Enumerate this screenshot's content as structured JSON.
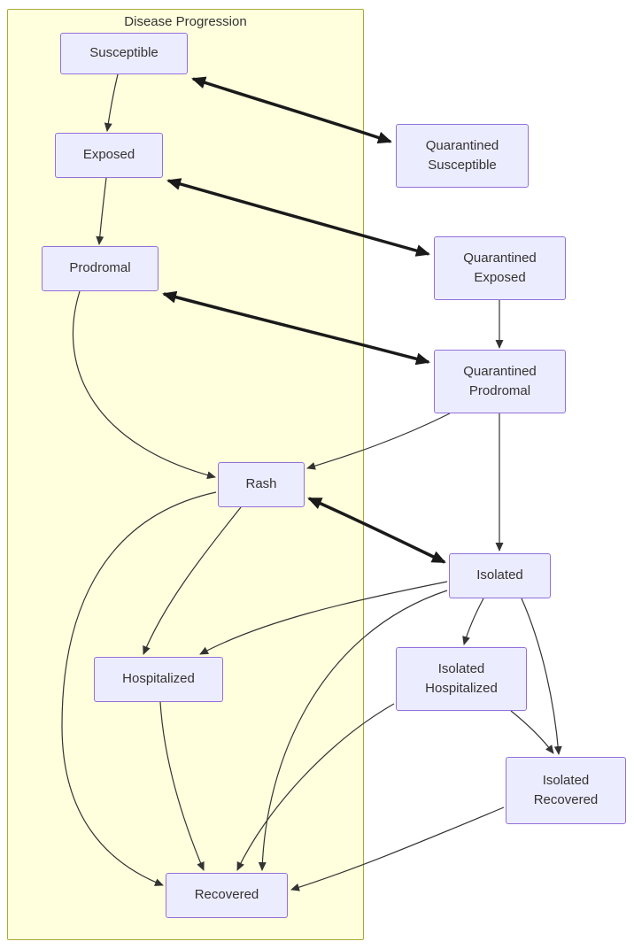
{
  "diagram": {
    "type": "flowchart",
    "title": "Disease Progression",
    "colors": {
      "cluster_fill": "#ffffde",
      "cluster_border": "#aaaa33",
      "node_fill": "#ececff",
      "node_border": "#9370db",
      "edge_color": "#333333",
      "thick_edge_color": "#1a1a1a",
      "text_color": "#333333"
    },
    "nodes": [
      {
        "id": "susceptible",
        "label": "Susceptible",
        "group": "Disease Progression"
      },
      {
        "id": "exposed",
        "label": "Exposed",
        "group": "Disease Progression"
      },
      {
        "id": "prodromal",
        "label": "Prodromal",
        "group": "Disease Progression"
      },
      {
        "id": "rash",
        "label": "Rash",
        "group": "Disease Progression"
      },
      {
        "id": "hospitalized",
        "label": "Hospitalized",
        "group": "Disease Progression"
      },
      {
        "id": "recovered",
        "label": "Recovered",
        "group": "Disease Progression"
      },
      {
        "id": "quarantined_susceptible",
        "label": "Quarantined Susceptible",
        "group": ""
      },
      {
        "id": "quarantined_exposed",
        "label": "Quarantined Exposed",
        "group": ""
      },
      {
        "id": "quarantined_prodromal",
        "label": "Quarantined Prodromal",
        "group": ""
      },
      {
        "id": "isolated",
        "label": "Isolated",
        "group": ""
      },
      {
        "id": "isolated_hospitalized",
        "label": "Isolated Hospitalized",
        "group": ""
      },
      {
        "id": "isolated_recovered",
        "label": "Isolated Recovered",
        "group": ""
      }
    ],
    "edges": [
      {
        "from": "Susceptible",
        "to": "Exposed",
        "style": "normal",
        "bidirectional": false
      },
      {
        "from": "Susceptible",
        "to": "Quarantined Susceptible",
        "style": "thick",
        "bidirectional": true
      },
      {
        "from": "Exposed",
        "to": "Prodromal",
        "style": "normal",
        "bidirectional": false
      },
      {
        "from": "Exposed",
        "to": "Quarantined Exposed",
        "style": "thick",
        "bidirectional": true
      },
      {
        "from": "Quarantined Exposed",
        "to": "Quarantined Prodromal",
        "style": "normal",
        "bidirectional": false
      },
      {
        "from": "Prodromal",
        "to": "Quarantined Prodromal",
        "style": "thick",
        "bidirectional": true
      },
      {
        "from": "Prodromal",
        "to": "Rash",
        "style": "normal",
        "bidirectional": false
      },
      {
        "from": "Quarantined Prodromal",
        "to": "Rash",
        "style": "normal",
        "bidirectional": false
      },
      {
        "from": "Quarantined Prodromal",
        "to": "Isolated",
        "style": "normal",
        "bidirectional": false
      },
      {
        "from": "Rash",
        "to": "Isolated",
        "style": "thick",
        "bidirectional": true
      },
      {
        "from": "Rash",
        "to": "Hospitalized",
        "style": "normal",
        "bidirectional": false
      },
      {
        "from": "Rash",
        "to": "Recovered",
        "style": "normal",
        "bidirectional": false
      },
      {
        "from": "Hospitalized",
        "to": "Recovered",
        "style": "normal",
        "bidirectional": false
      },
      {
        "from": "Isolated",
        "to": "Isolated Hospitalized",
        "style": "normal",
        "bidirectional": false
      },
      {
        "from": "Isolated",
        "to": "Isolated Recovered",
        "style": "normal",
        "bidirectional": false
      },
      {
        "from": "Isolated",
        "to": "Hospitalized",
        "style": "normal",
        "bidirectional": false
      },
      {
        "from": "Isolated",
        "to": "Recovered",
        "style": "normal",
        "bidirectional": false
      },
      {
        "from": "Isolated Hospitalized",
        "to": "Isolated Recovered",
        "style": "normal",
        "bidirectional": false
      },
      {
        "from": "Isolated Hospitalized",
        "to": "Recovered",
        "style": "normal",
        "bidirectional": false
      },
      {
        "from": "Isolated Recovered",
        "to": "Recovered",
        "style": "normal",
        "bidirectional": false
      }
    ]
  }
}
